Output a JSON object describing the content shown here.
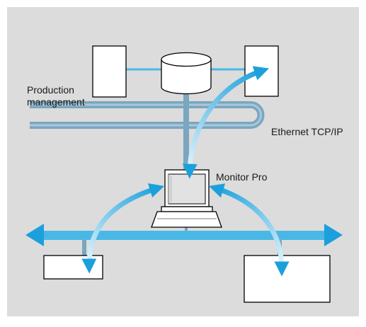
{
  "diagram": {
    "labels": {
      "production_line1": "Production",
      "production_line2": "management",
      "ethernet": "Ethernet TCP/IP",
      "monitor": "Monitor Pro"
    },
    "colors": {
      "background": "#dcdcdc",
      "network_bus": "#7aa6bf",
      "link_line": "#4ab8e6",
      "arrow_dark": "#1ba0dc",
      "arrow_light": "#e2f4fc",
      "box_fill": "#ffffff",
      "box_stroke": "#000000"
    }
  }
}
